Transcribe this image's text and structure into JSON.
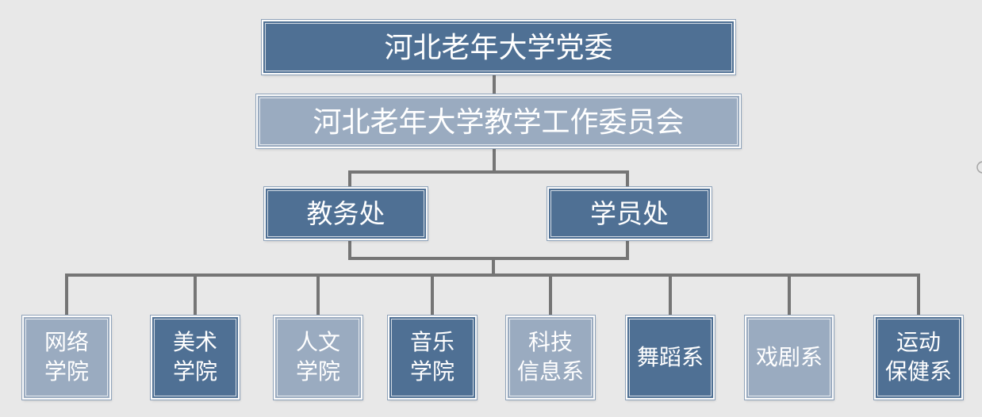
{
  "canvas": {
    "background_color": "#E8E8E8"
  },
  "colors": {
    "dark_fill": "#4F7094",
    "light_fill": "#9AABC0",
    "box_border": "#FBFBFB",
    "outer_hairline": "#8FA3BA",
    "connector_gray": "#757575",
    "text_color": "#FFFFFF",
    "edge_circle_gray": "#A6A6A6"
  },
  "org_chart": {
    "level1": {
      "label": "河北老年大学党委",
      "style": "dark"
    },
    "level2": {
      "label": "河北老年大学教学工作委员会",
      "style": "light"
    },
    "level3": [
      {
        "label": "教务处",
        "style": "dark"
      },
      {
        "label": "学员处",
        "style": "dark"
      }
    ],
    "level4": [
      {
        "label": "网络\n学院",
        "style": "light"
      },
      {
        "label": "美术\n学院",
        "style": "dark"
      },
      {
        "label": "人文\n学院",
        "style": "light"
      },
      {
        "label": "音乐\n学院",
        "style": "dark"
      },
      {
        "label": "科技\n信息系",
        "style": "light"
      },
      {
        "label": "舞蹈系",
        "style": "dark"
      },
      {
        "label": "戏剧系",
        "style": "light"
      },
      {
        "label": "运动\n保健系",
        "style": "dark"
      }
    ]
  },
  "icons": {
    "edge_partial_circle": "partial-circle"
  }
}
